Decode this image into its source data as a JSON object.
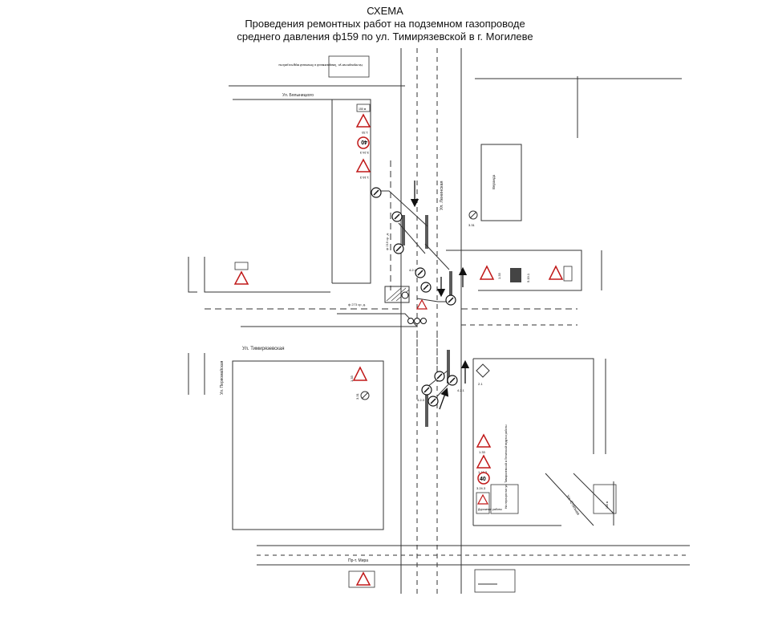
{
  "title": {
    "line1": "СХЕМА",
    "line2": "Проведения ремонтных работ на подземном газопроводе",
    "line3": "среднего давления ф159 по ул. Тимирязевской в г. Могилеве"
  },
  "streets": {
    "bialynitskogo": "Ул. Бялыницкого",
    "leninskaya": "Ул. Ленинская",
    "timiryazevskaya": "Ул. Тимирязевская",
    "pervomaiskaya": "Ул. Первомайская",
    "mira": "Пр-т. Мира",
    "stepnaya": "Ул. Степная"
  },
  "buildings": {
    "veranda": "Веранда"
  },
  "gas_pipe_labels": {
    "north": "ф 219 ср. д.",
    "west": "ф 273 ср. д."
  },
  "sign_labels": {
    "s1": "1.33",
    "s2": "3.24.3",
    "s3": "1.16.3",
    "s4": "3.31",
    "s5": "1.33",
    "s6": "5.19.1",
    "s7": "1.33",
    "s8": "3.31",
    "s9": "4.2.2",
    "s10": "4.2.3",
    "s11": "4.2.1",
    "s12": "2.1",
    "s13": "1.33",
    "s14": "1.16.3",
    "s15": "3.24.3",
    "speed_limit": "40"
  },
  "tables": {
    "road_works": "Дорожные работы",
    "distance_150": "150 м",
    "distance_150_b": "150 м",
    "detour_text": "На перекрестке ул. Тимирязевской и Ленинской ведутся работы",
    "detour_text_b": "На перекрестке ул. Тимирязевской и Ленинской ведутся работы"
  },
  "colors": {
    "line": "#222222",
    "accent_bar": "#5a5a5a",
    "dashed": "#333333",
    "sign_red": "#c01818"
  }
}
